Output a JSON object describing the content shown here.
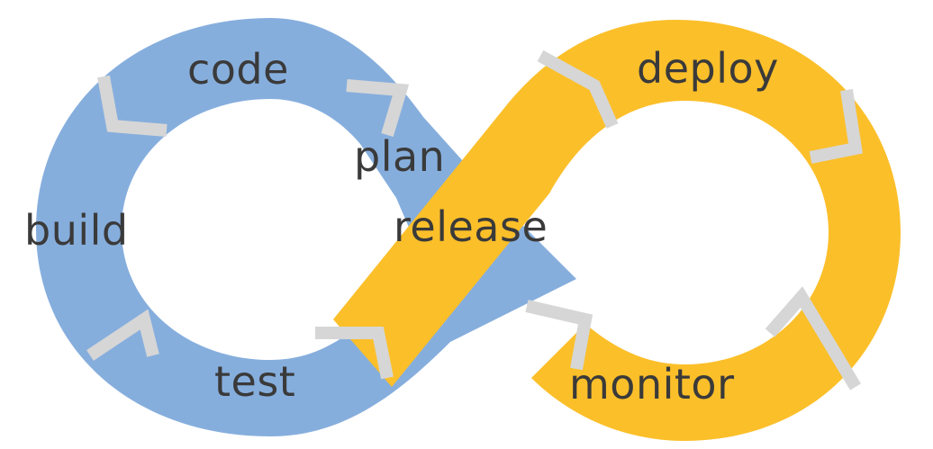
{
  "colors": {
    "blue_loop": "#86aedd",
    "yellow_loop": "#fbbf2a",
    "label_text": "#3a3a3a",
    "seam": "#d6d6d6"
  },
  "stages": {
    "code": "code",
    "plan": "plan",
    "build": "build",
    "test": "test",
    "release": "release",
    "deploy": "deploy",
    "monitor": "monitor"
  }
}
